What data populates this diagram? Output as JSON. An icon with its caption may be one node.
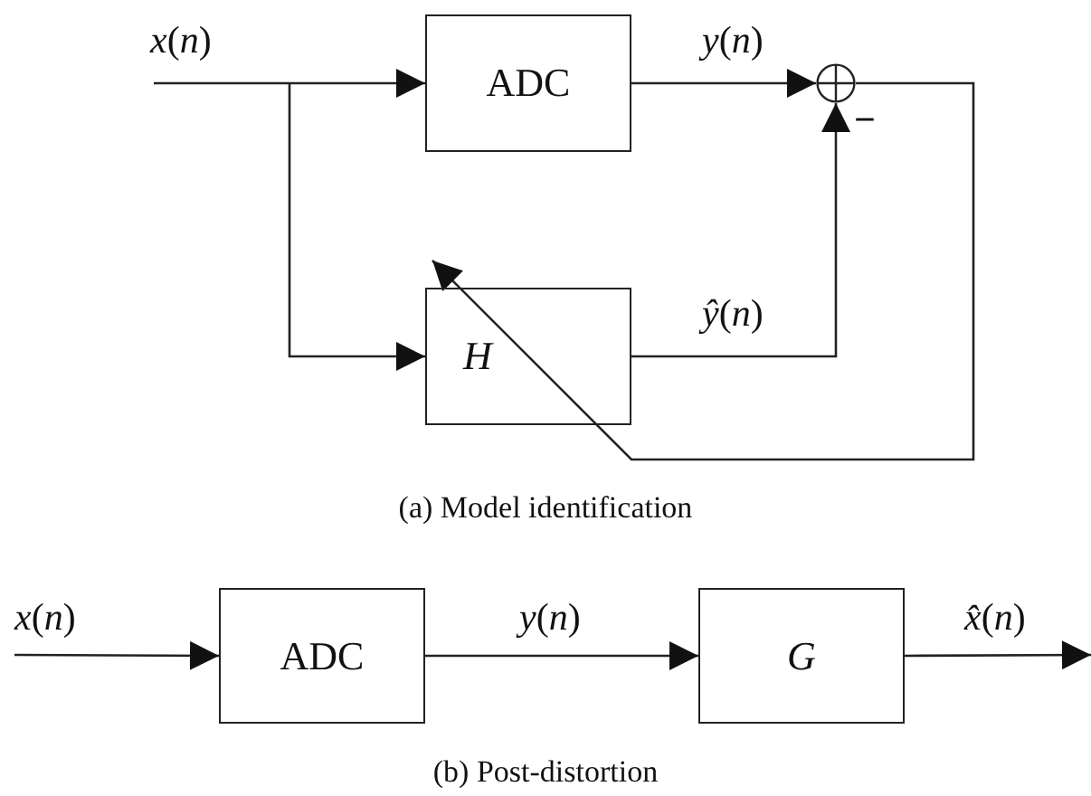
{
  "diagram": {
    "nodes": [
      {
        "text": [
          "ADC"
        ]
      },
      {
        "text": [
          "*H*"
        ]
      },
      {
        "text": [],
        "shape": "circle",
        "beside": [
          "−"
        ]
      },
      {
        "text": [
          "ADC"
        ]
      },
      {
        "text": [
          "*G*"
        ]
      }
    ],
    "edges": [
      {
        "from": null,
        "to": 0,
        "arrow": "to",
        "label": "*x*(*n*)"
      },
      {
        "from": null,
        "to": 1,
        "arrow": "to"
      },
      {
        "from": 0,
        "to": 2,
        "arrow": "to",
        "label": "*y*(*n*)"
      },
      {
        "from": 1,
        "to": 2,
        "arrow": "to",
        "label": "*ŷ*(*n*)"
      },
      {
        "from": 2,
        "to": 1,
        "arrow": "to"
      },
      {
        "from": null,
        "to": 3,
        "arrow": "to",
        "label": "*x*(*n*)"
      },
      {
        "from": 3,
        "to": 4,
        "arrow": "to",
        "label": "*y*(*n*)"
      },
      {
        "from": 4,
        "to": null,
        "arrow": "to",
        "label": "*x̂*(*n*)"
      }
    ],
    "labels": [
      "(a) Model identification",
      "(b) Post-distortion"
    ]
  }
}
